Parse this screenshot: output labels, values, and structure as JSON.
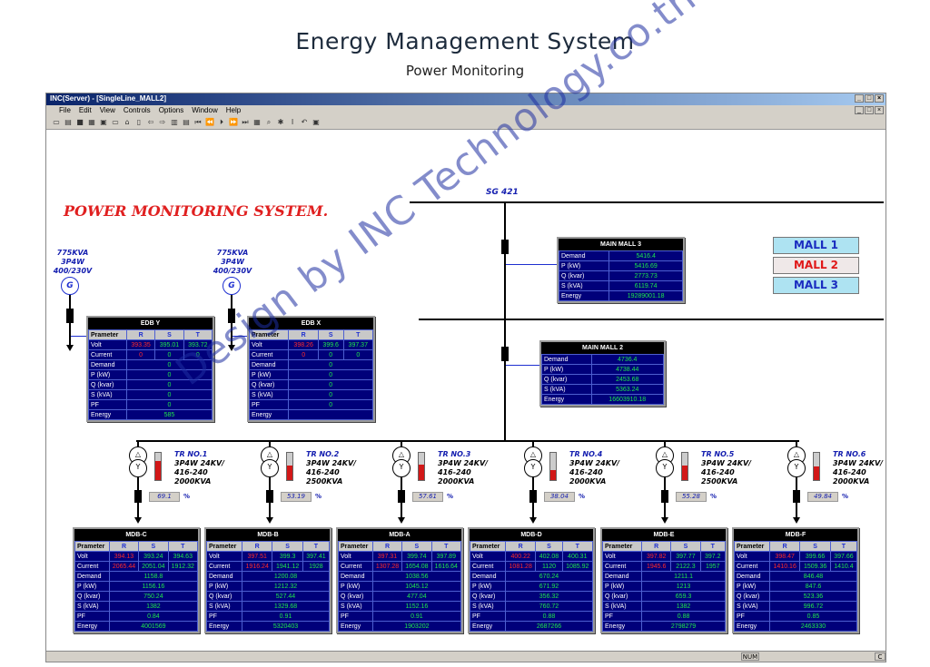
{
  "header": {
    "title": "Energy Management System",
    "subtitle": "Power Monitoring"
  },
  "window": {
    "title": "INC(Server) - [SingleLine_MALL2]",
    "menu": [
      "File",
      "Edit",
      "View",
      "Controls",
      "Options",
      "Window",
      "Help"
    ],
    "status_num": "NUM",
    "status_c": "C"
  },
  "diagram": {
    "heading": "POWER MONITORING SYSTEM.",
    "bus_label": "SG 421",
    "gen_symbol": "G",
    "gen_label": [
      "775KVA",
      "3P4W",
      "400/230V"
    ],
    "watermark": "Design by INC Technology.co.th"
  },
  "mall_buttons": [
    "MALL 1",
    "MALL 2",
    "MALL 3"
  ],
  "main_mall_3": {
    "title": "MAIN MALL 3",
    "rows": [
      [
        "Demand",
        "5416.4"
      ],
      [
        "P (kW)",
        "5416.69"
      ],
      [
        "Q (kvar)",
        "2773.73"
      ],
      [
        "S (kVA)",
        "6119.74"
      ],
      [
        "Energy",
        "19289001.18"
      ]
    ]
  },
  "main_mall_2": {
    "title": "MAIN MALL 2",
    "rows": [
      [
        "Demand",
        "4736.4"
      ],
      [
        "P (kW)",
        "4738.44"
      ],
      [
        "Q (kvar)",
        "2453.68"
      ],
      [
        "S (kVA)",
        "5363.24"
      ],
      [
        "Energy",
        "16603910.18"
      ]
    ]
  },
  "edb_y": {
    "title": "EDB Y",
    "header": [
      "Prameter",
      "R",
      "S",
      "T"
    ],
    "volt": [
      "Volt",
      "393.35",
      "395.01",
      "393.72"
    ],
    "current": [
      "Current",
      "0",
      "0",
      "0"
    ],
    "rows": [
      [
        "Demand",
        "0"
      ],
      [
        "P (kW)",
        "0"
      ],
      [
        "Q (kvar)",
        "0"
      ],
      [
        "S (kVA)",
        "0"
      ],
      [
        "PF",
        "0"
      ],
      [
        "Energy",
        "585"
      ]
    ]
  },
  "edb_x": {
    "title": "EDB X",
    "header": [
      "Prameter",
      "R",
      "S",
      "T"
    ],
    "volt": [
      "Volt",
      "398.26",
      "399.6",
      "397.37"
    ],
    "current": [
      "Current",
      "0",
      "0",
      "0"
    ],
    "rows": [
      [
        "Demand",
        "0"
      ],
      [
        "P (kW)",
        "0"
      ],
      [
        "Q (kvar)",
        "0"
      ],
      [
        "S (kVA)",
        "0"
      ],
      [
        "PF",
        "0"
      ],
      [
        "Energy",
        ""
      ]
    ]
  },
  "transformers": [
    {
      "name": "TR NO.1",
      "spec": [
        "3P4W 24KV/",
        "416-240",
        "2000KVA"
      ],
      "load": "69.1",
      "unit": "%",
      "level": 0.69
    },
    {
      "name": "TR NO.2",
      "spec": [
        "3P4W 24KV/",
        "416-240",
        "2500KVA"
      ],
      "load": "53.19",
      "unit": "%",
      "level": 0.53
    },
    {
      "name": "TR NO.3",
      "spec": [
        "3P4W 24KV/",
        "416-240",
        "2000KVA"
      ],
      "load": "57.61",
      "unit": "%",
      "level": 0.58
    },
    {
      "name": "TR NO.4",
      "spec": [
        "3P4W 24KV/",
        "416-240",
        "2000KVA"
      ],
      "load": "38.04",
      "unit": "%",
      "level": 0.38
    },
    {
      "name": "TR NO.5",
      "spec": [
        "3P4W 24KV/",
        "416-240",
        "2500KVA"
      ],
      "load": "55.28",
      "unit": "%",
      "level": 0.55
    },
    {
      "name": "TR NO.6",
      "spec": [
        "3P4W 24KV/",
        "416-240",
        "2000KVA"
      ],
      "load": "49.84",
      "unit": "%",
      "level": 0.5
    }
  ],
  "mdbs": [
    {
      "title": "MDB-C",
      "header": [
        "Prameter",
        "R",
        "S",
        "T"
      ],
      "volt": [
        "Volt",
        "394.13",
        "393.24",
        "394.63"
      ],
      "current": [
        "Current",
        "2065.44",
        "2051.04",
        "1912.32"
      ],
      "rows": [
        [
          "Demand",
          "1158.8"
        ],
        [
          "P (kW)",
          "1156.16"
        ],
        [
          "Q (kvar)",
          "750.24"
        ],
        [
          "S (kVA)",
          "1382"
        ],
        [
          "PF",
          "0.84"
        ],
        [
          "Energy",
          "4001569"
        ]
      ]
    },
    {
      "title": "MDB-B",
      "header": [
        "Prameter",
        "R",
        "S",
        "T"
      ],
      "volt": [
        "Volt",
        "397.51",
        "399.3",
        "397.41"
      ],
      "current": [
        "Current",
        "1916.24",
        "1941.12",
        "1928"
      ],
      "rows": [
        [
          "Demand",
          "1200.08"
        ],
        [
          "P (kW)",
          "1212.32"
        ],
        [
          "Q (kvar)",
          "527.44"
        ],
        [
          "S (kVA)",
          "1329.68"
        ],
        [
          "PF",
          "0.91"
        ],
        [
          "Energy",
          "5320403"
        ]
      ]
    },
    {
      "title": "MDB-A",
      "header": [
        "Prameter",
        "R",
        "S",
        "T"
      ],
      "volt": [
        "Volt",
        "397.31",
        "399.74",
        "397.89"
      ],
      "current": [
        "Current",
        "1307.28",
        "1654.08",
        "1616.64"
      ],
      "rows": [
        [
          "Demand",
          "1038.56"
        ],
        [
          "P (kW)",
          "1045.12"
        ],
        [
          "Q (kvar)",
          "477.04"
        ],
        [
          "S (kVA)",
          "1152.16"
        ],
        [
          "PF",
          "0.91"
        ],
        [
          "Energy",
          "1903202"
        ]
      ]
    },
    {
      "title": "MDB-D",
      "header": [
        "Prameter",
        "R",
        "S",
        "T"
      ],
      "volt": [
        "Volt",
        "400.22",
        "402.08",
        "400.31"
      ],
      "current": [
        "Current",
        "1081.28",
        "1120",
        "1085.92"
      ],
      "rows": [
        [
          "Demand",
          "670.24"
        ],
        [
          "P (kW)",
          "671.92"
        ],
        [
          "Q (kvar)",
          "356.32"
        ],
        [
          "S (kVA)",
          "760.72"
        ],
        [
          "PF",
          "0.88"
        ],
        [
          "Energy",
          "2687266"
        ]
      ]
    },
    {
      "title": "MDB-E",
      "header": [
        "Prameter",
        "R",
        "S",
        "T"
      ],
      "volt": [
        "Volt",
        "397.82",
        "397.77",
        "397.2"
      ],
      "current": [
        "Current",
        "1945.6",
        "2122.3",
        "1957"
      ],
      "rows": [
        [
          "Demand",
          "1211.1"
        ],
        [
          "P (kW)",
          "1213"
        ],
        [
          "Q (kvar)",
          "659.3"
        ],
        [
          "S (kVA)",
          "1382"
        ],
        [
          "PF",
          "0.88"
        ],
        [
          "Energy",
          "2798279"
        ]
      ]
    },
    {
      "title": "MDB-F",
      "header": [
        "Prameter",
        "R",
        "S",
        "T"
      ],
      "volt": [
        "Volt",
        "398.47",
        "399.66",
        "397.66"
      ],
      "current": [
        "Current",
        "1410.16",
        "1509.36",
        "1410.4"
      ],
      "rows": [
        [
          "Demand",
          "846.48"
        ],
        [
          "P (kW)",
          "847.6"
        ],
        [
          "Q (kvar)",
          "523.36"
        ],
        [
          "S (kVA)",
          "996.72"
        ],
        [
          "PF",
          "0.85"
        ],
        [
          "Energy",
          "2463330"
        ]
      ]
    }
  ]
}
